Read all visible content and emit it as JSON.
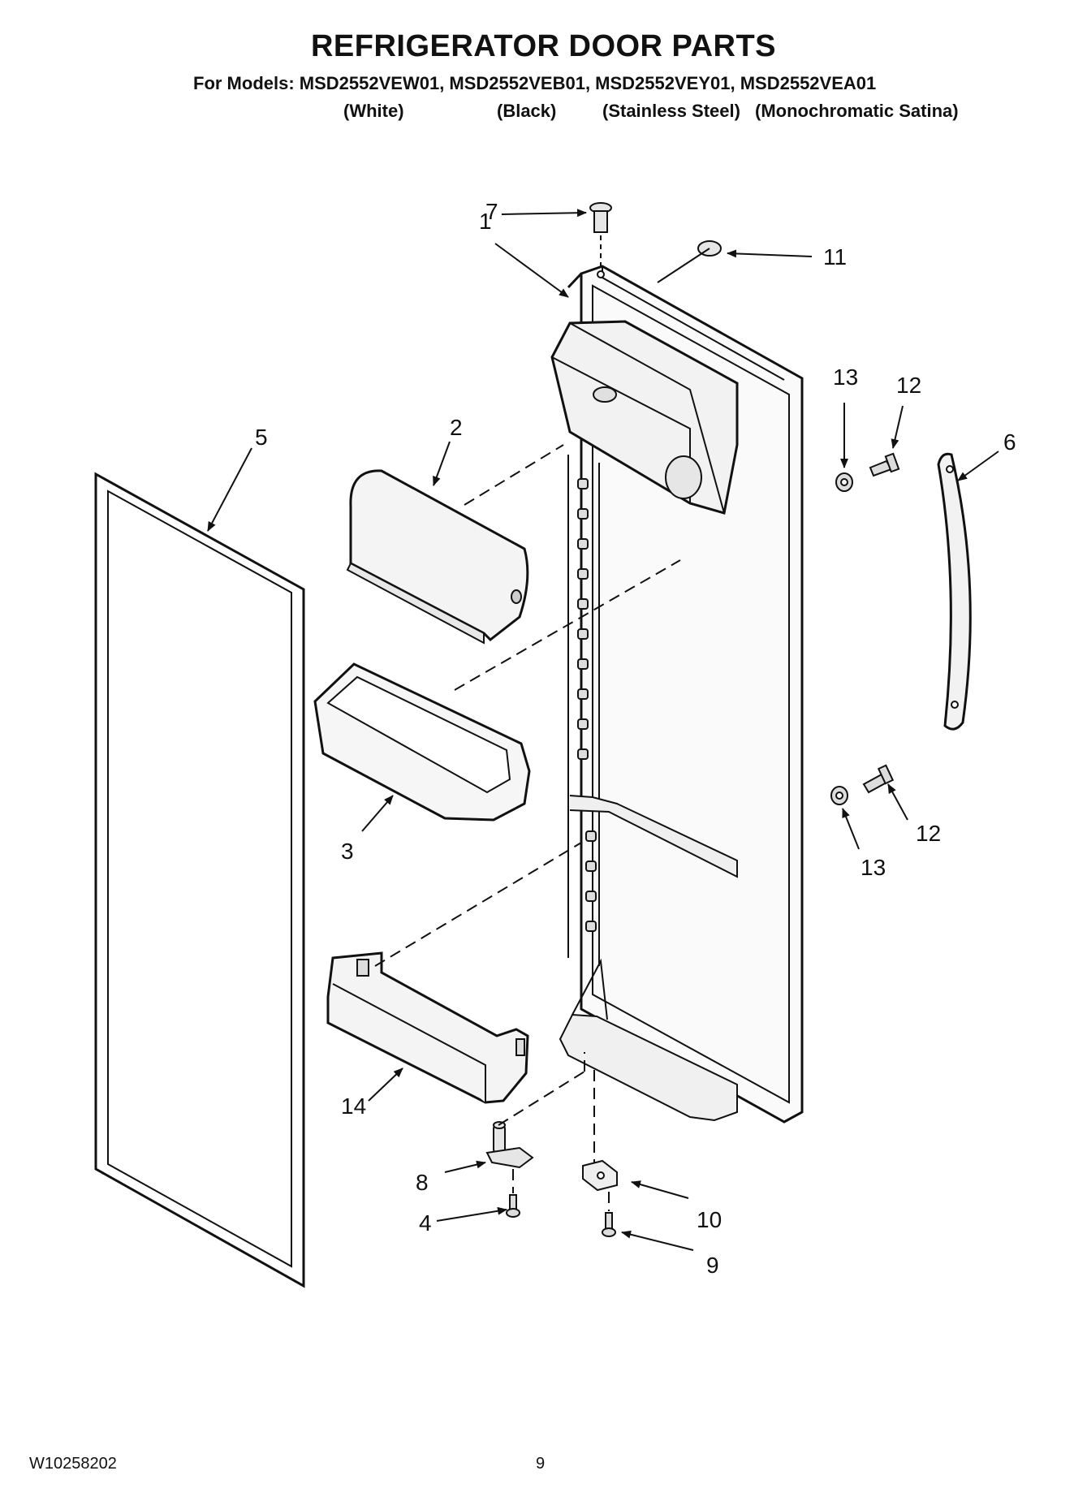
{
  "header": {
    "title": "REFRIGERATOR DOOR PARTS",
    "models_line": "For Models: MSD2552VEW01, MSD2552VEB01, MSD2552VEY01, MSD2552VEA01",
    "variants": [
      "(White)",
      "(Black)",
      "(Stainless Steel)",
      "(Monochromatic Satina)"
    ]
  },
  "callouts": {
    "c1": "1",
    "c2": "2",
    "c3": "3",
    "c4": "4",
    "c5": "5",
    "c6": "6",
    "c7": "7",
    "c8": "8",
    "c9": "9",
    "c10": "10",
    "c11": "11",
    "c12a": "12",
    "c12b": "12",
    "c13a": "13",
    "c13b": "13",
    "c14": "14"
  },
  "footer": {
    "doc_number": "W10258202",
    "page_number": "9"
  }
}
